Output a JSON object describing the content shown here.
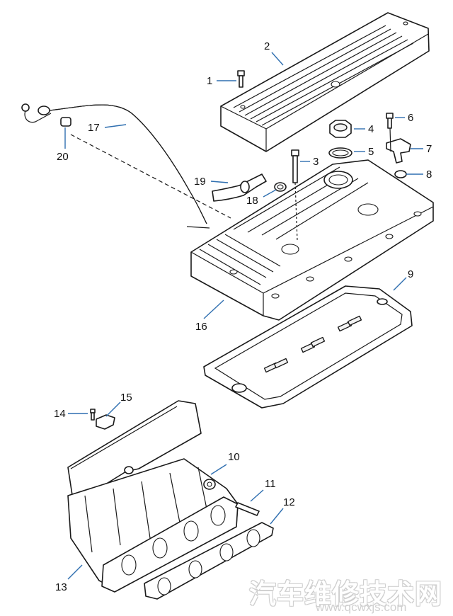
{
  "diagram": {
    "callouts": [
      "1",
      "2",
      "3",
      "4",
      "5",
      "6",
      "7",
      "8",
      "9",
      "10",
      "11",
      "12",
      "13",
      "14",
      "15",
      "16",
      "17",
      "18",
      "19",
      "20"
    ]
  },
  "watermark": {
    "text": "汽车维修技术网",
    "url": "www.qcwxjs.com"
  }
}
